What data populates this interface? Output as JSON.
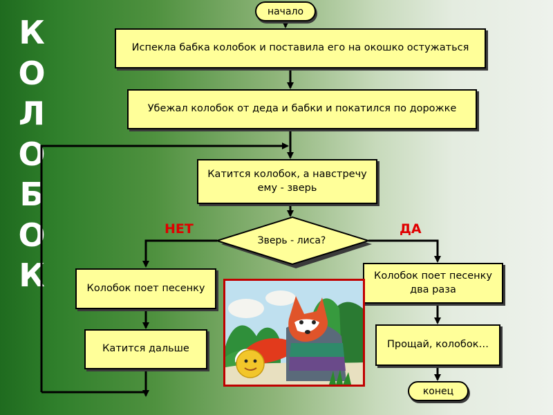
{
  "side_title": [
    "К",
    "О",
    "Л",
    "О",
    "Б",
    "О",
    "К"
  ],
  "flowchart": {
    "start": "начало",
    "step1": "Испекла бабка колобок и поставила его на окошко остужаться",
    "step2": "Убежал колобок от деда и бабки и покатился по дорожке",
    "step3": "Катится колобок, а навстречу ему - зверь",
    "decision": "Зверь - лиса?",
    "no_label": "НЕТ",
    "yes_label": "ДА",
    "no_step1": "Колобок поет песенку",
    "no_step2": "Катится дальше",
    "yes_step1": "Колобок поет песенку два раза",
    "yes_step2": "Прощай, колобок…",
    "end": "конец"
  },
  "illustration": {
    "frame_color": "#c00000"
  },
  "colors": {
    "box_fill": "#ffff99",
    "branch_label": "#e00000",
    "side_title": "#ffffff"
  }
}
